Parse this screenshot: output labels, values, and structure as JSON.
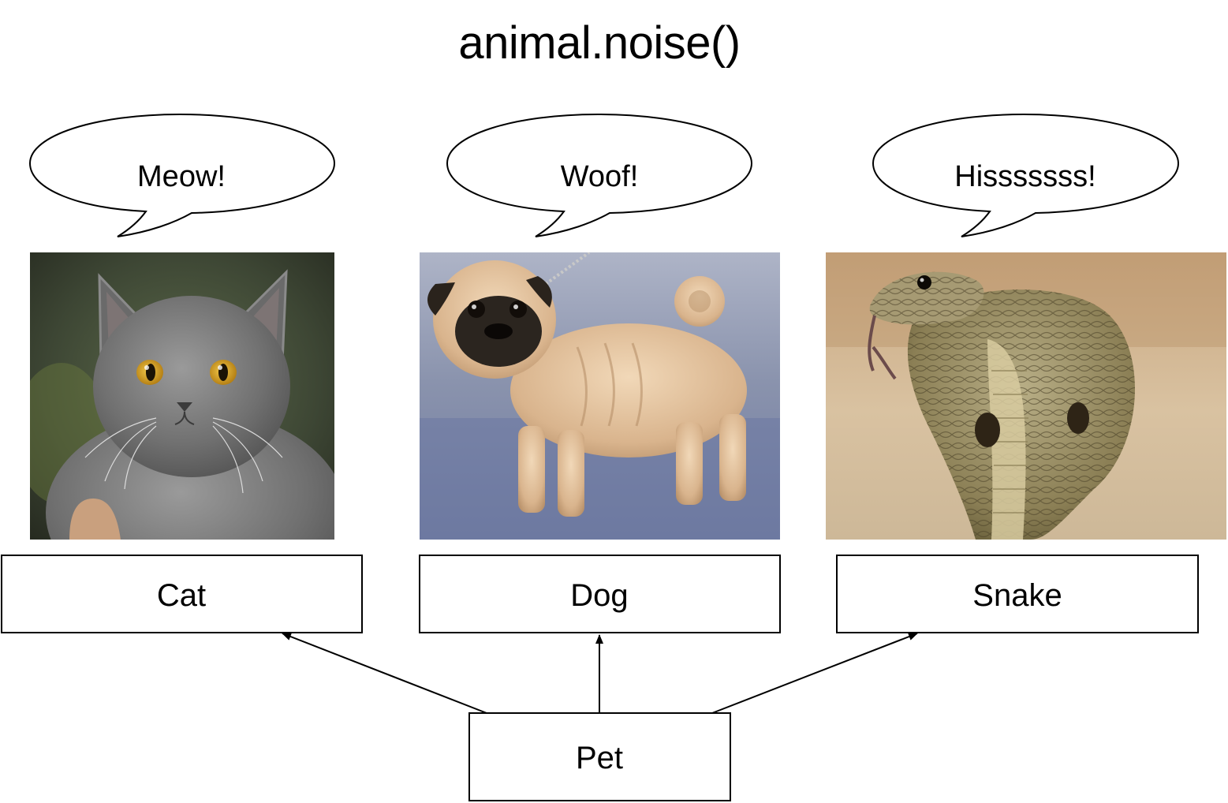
{
  "title": "animal.noise()",
  "animals": [
    {
      "name": "Cat",
      "noise": "Meow!",
      "photo": "grey-cat-photo"
    },
    {
      "name": "Dog",
      "noise": "Woof!",
      "photo": "pug-dog-photo"
    },
    {
      "name": "Snake",
      "noise": "Hisssssss!",
      "photo": "cobra-snake-photo"
    }
  ],
  "base": {
    "name": "Pet"
  },
  "colors": {
    "stroke": "#000000",
    "background": "#ffffff"
  }
}
